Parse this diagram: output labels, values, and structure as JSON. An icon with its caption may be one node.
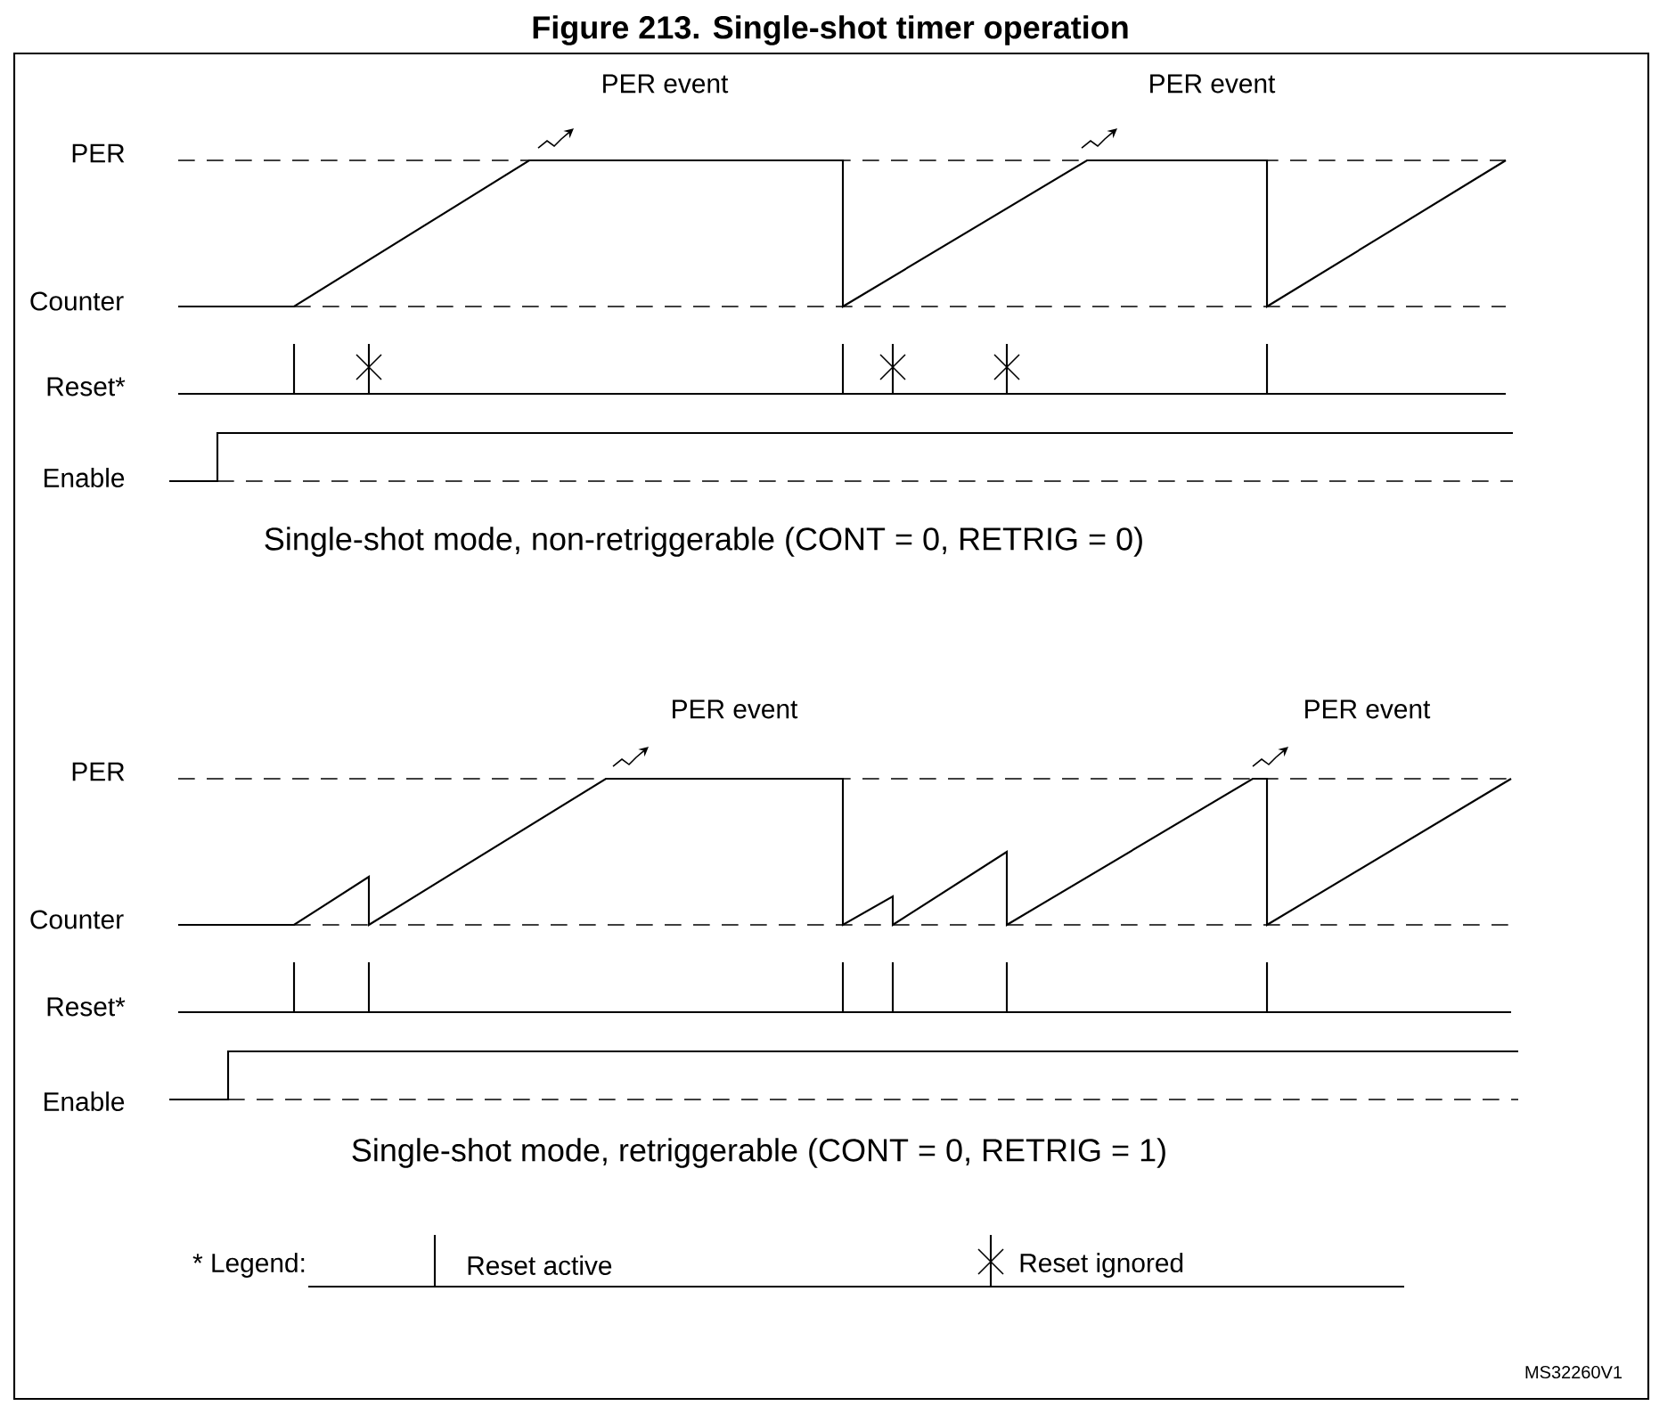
{
  "diagram": {
    "title": "Figure 213. Single-shot timer operation",
    "labels": [
      "PER event",
      "PER event",
      "PER",
      "Counter",
      "Reset*",
      "Enable",
      "Single-shot mode, non-retriggerable (CONT = 0, RETRIG = 0)",
      "PER event",
      "PER event",
      "PER",
      "Counter",
      "Reset*",
      "Enable",
      "Single-shot mode, retriggerable (CONT = 0, RETRIG = 1)",
      "* Legend:",
      "MS32260V1"
    ],
    "legend": [
      {
        "text": "Reset active"
      },
      {
        "text": "Reset ignored"
      }
    ]
  }
}
